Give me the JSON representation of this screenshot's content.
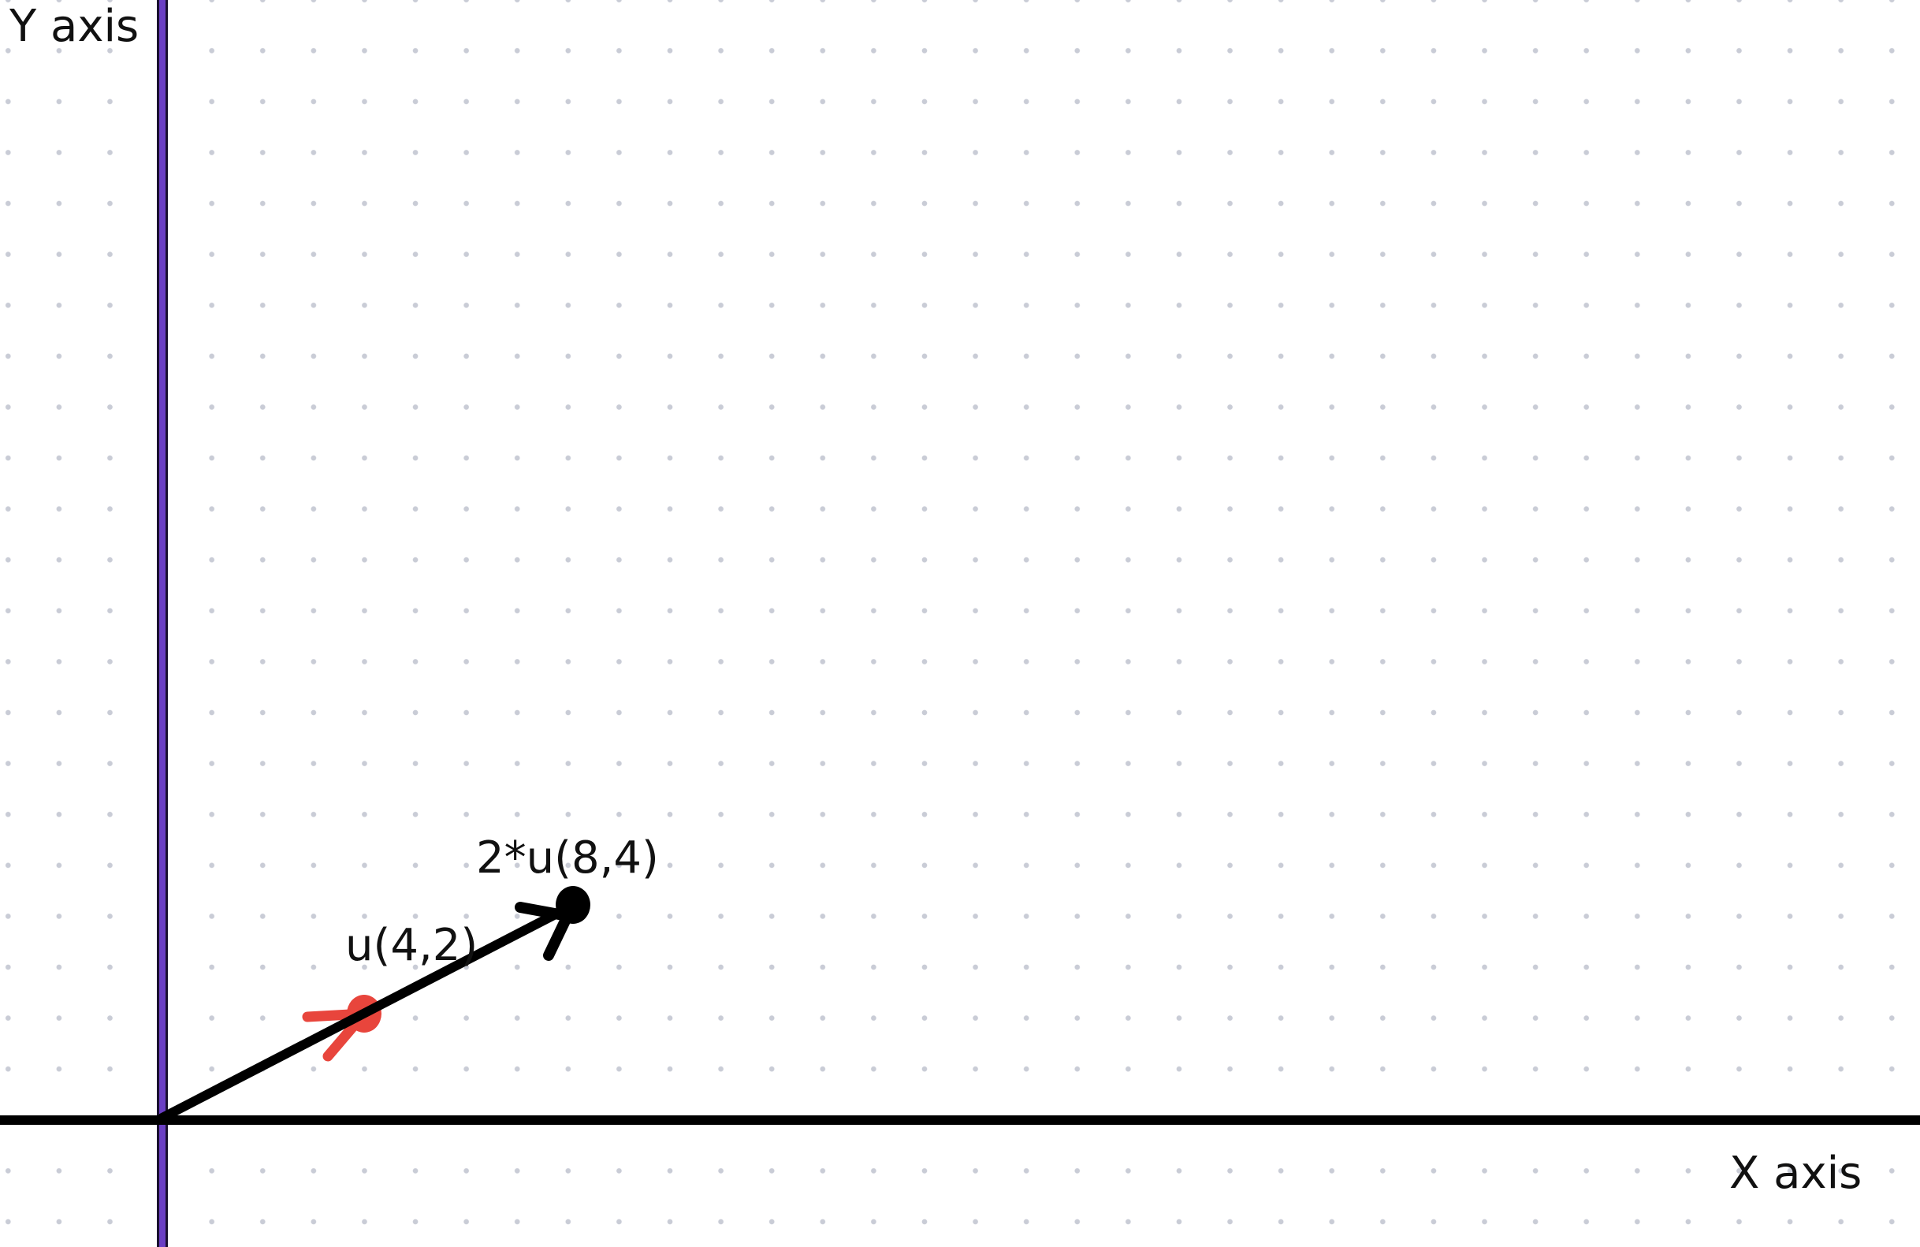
{
  "diagram": {
    "y_axis_label": "Y axis",
    "x_axis_label": "X axis",
    "vectors": [
      {
        "name": "u",
        "label": "u(4,2)",
        "x": 4,
        "y": 2,
        "color": "#e8453c"
      },
      {
        "name": "2*u",
        "label": "2*u(8,4)",
        "x": 8,
        "y": 4,
        "color": "#000000"
      }
    ],
    "colors": {
      "y_axis": "#6b3fc4",
      "x_axis": "#000000",
      "grid_dot": "#c9ccd6",
      "background": "#ffffff"
    }
  }
}
